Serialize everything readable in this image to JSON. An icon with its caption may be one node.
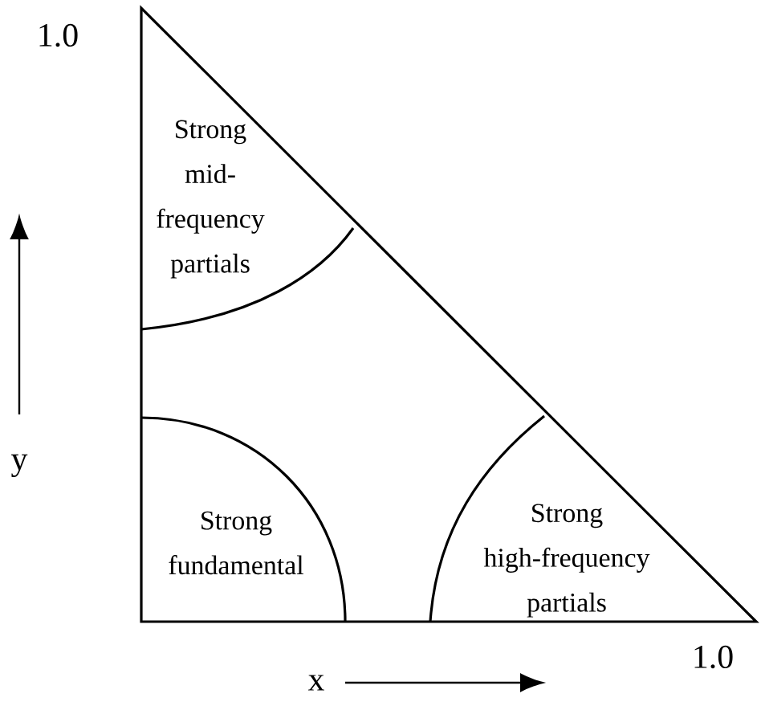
{
  "diagram": {
    "nodes": [
      {
        "text": [],
        "shape": "triangle"
      },
      {
        "text": [
          "Strong mid-frequency partials"
        ],
        "in": 0
      },
      {
        "text": [
          "Strong fundamental"
        ],
        "in": 0
      },
      {
        "text": [
          "Strong high-frequency partials"
        ],
        "in": 0
      }
    ],
    "edges": [],
    "labels": [
      "1.0",
      "y",
      "x",
      "1.0"
    ]
  }
}
